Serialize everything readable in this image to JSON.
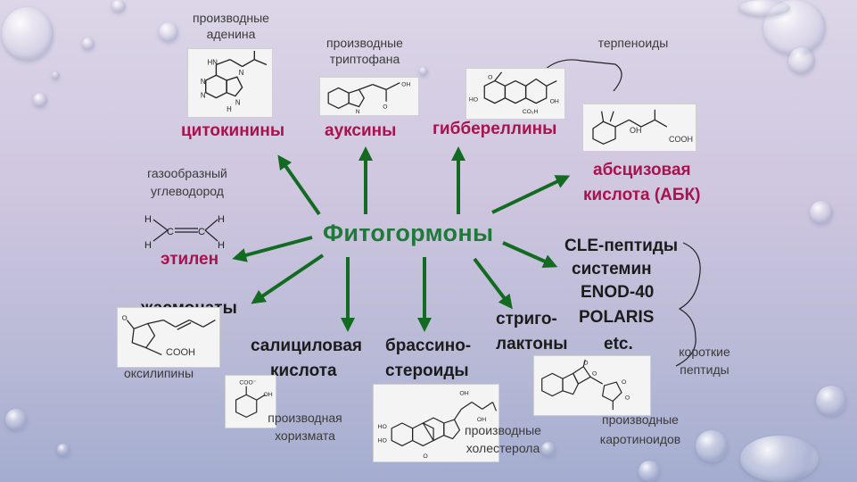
{
  "center": "Фитогормоны",
  "cytokinins": {
    "note": "производные\nаденина",
    "name": "цитокинины"
  },
  "auxins": {
    "note": "производные\nтриптофана",
    "name": "ауксины"
  },
  "gibberellins": {
    "name": "гиббереллины"
  },
  "terpenoids_note": "терпеноиды",
  "aba": {
    "name_line1": "абсцизовая",
    "name_line2": "кислота (АБК)",
    "cooh": "COOH",
    "oh": "OH"
  },
  "ethylene": {
    "note_line1": "газообразный",
    "note_line2": "углеводород",
    "name": "этилен"
  },
  "peptides": {
    "items": [
      "CLE-пептиды",
      "системин",
      "ENOD-40",
      "POLARIS",
      "etc."
    ],
    "note_line1": "короткие",
    "note_line2": "пептиды"
  },
  "jasmonates": {
    "name": "жасмонаты",
    "note": "оксилипины",
    "cooh": "COOH"
  },
  "salicylic": {
    "name_line1": "салициловая",
    "name_line2": "кислота",
    "note_line1": "производная",
    "note_line2": "хоризмата"
  },
  "brassinosteroids": {
    "name_line1": "брассино-",
    "name_line2": "стероиды",
    "note_line1": "производные",
    "note_line2": "холестерола"
  },
  "strigolactones": {
    "name_line1": "стриго-",
    "name_line2": "лактоны",
    "note_line1": "производные",
    "note_line2": "каротиноидов"
  },
  "colors": {
    "arrow": "#136b22",
    "pink": "#a8124e",
    "title": "#1f7a3a"
  }
}
